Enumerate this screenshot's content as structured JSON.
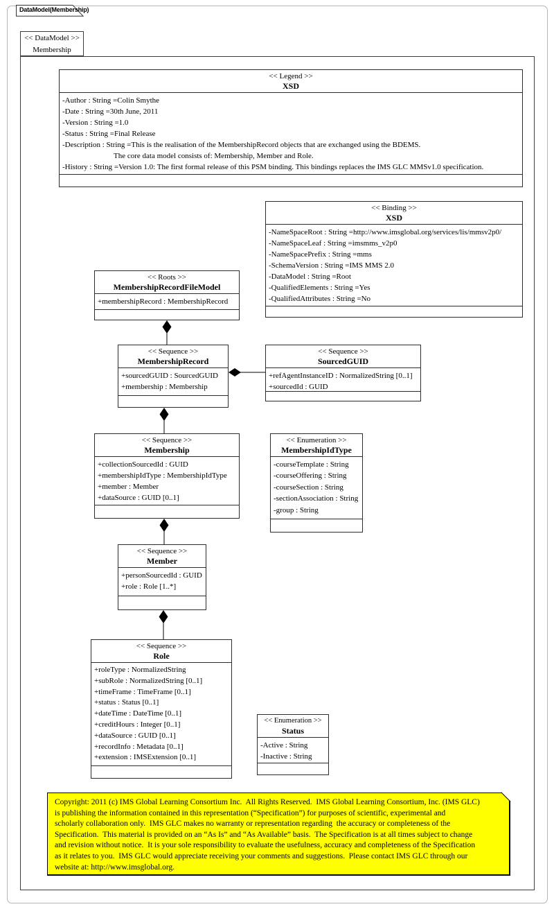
{
  "frame": {
    "tab_label": "DataModel(Membership)"
  },
  "package": {
    "stereotype": "<< DataModel >>",
    "name": "Membership"
  },
  "colors": {
    "note_bg": "#ffff00",
    "box_bg": "#ffffff",
    "line": "#000000",
    "frame_border": "#b5b5b5"
  },
  "classes": {
    "legend": {
      "stereotype": "<< Legend >>",
      "name": "XSD",
      "attrs": [
        "-Author : String =Colin Smythe",
        "-Date : String =30th June, 2011",
        "-Version : String =1.0",
        "-Status : String =Final Release",
        "-Description : String =This is the realisation of the MembershipRecord objects that are exchanged using the BDEMS.",
        "The core data model consists of: Membership, Member and Role.",
        "-History : String =Version 1.0: The first formal release of this PSM binding. This bindings replaces the IMS GLC MMSv1.0 specification."
      ]
    },
    "binding": {
      "stereotype": "<< Binding >>",
      "name": "XSD",
      "attrs": [
        "-NameSpaceRoot : String =http://www.imsglobal.org/services/lis/mmsv2p0/",
        "-NameSpaceLeaf : String =imsmms_v2p0",
        "-NameSpacePrefix : String =mms",
        "-SchemaVersion : String =IMS MMS 2.0",
        "-DataModel : String =Root",
        "-QualifiedElements : String =Yes",
        "-QualifiedAttributes : String =No"
      ]
    },
    "roots": {
      "stereotype": "<< Roots >>",
      "name": "MembershipRecordFileModel",
      "attrs": [
        "+membershipRecord : MembershipRecord"
      ]
    },
    "membership_record": {
      "stereotype": "<< Sequence >>",
      "name": "MembershipRecord",
      "attrs": [
        "+sourcedGUID : SourcedGUID",
        "+membership : Membership"
      ]
    },
    "sourced_guid": {
      "stereotype": "<< Sequence >>",
      "name": "SourcedGUID",
      "attrs": [
        "+refAgentInstanceID : NormalizedString [0..1]",
        "+sourcedId : GUID"
      ]
    },
    "membership": {
      "stereotype": "<< Sequence >>",
      "name": "Membership",
      "attrs": [
        "+collectionSourcedId : GUID",
        "+membershipIdType : MembershipIdType",
        "+member : Member",
        "+dataSource : GUID [0..1]"
      ]
    },
    "membership_id_type": {
      "stereotype": "<< Enumeration >>",
      "name": "MembershipIdType",
      "attrs": [
        "-courseTemplate : String",
        "-courseOffering : String",
        "-courseSection : String",
        "-sectionAssociation : String",
        "-group : String"
      ]
    },
    "member": {
      "stereotype": "<< Sequence >>",
      "name": "Member",
      "attrs": [
        "+personSourcedId : GUID",
        "+role : Role [1..*]"
      ]
    },
    "role": {
      "stereotype": "<< Sequence >>",
      "name": "Role",
      "attrs": [
        "+roleType : NormalizedString",
        "+subRole : NormalizedString [0..1]",
        "+timeFrame : TimeFrame [0..1]",
        "+status : Status [0..1]",
        "+dateTime : DateTime [0..1]",
        "+creditHours : Integer [0..1]",
        "+dataSource : GUID [0..1]",
        "+recordInfo : Metadata [0..1]",
        "+extension : IMSExtension [0..1]"
      ]
    },
    "status": {
      "stereotype": "<< Enumeration >>",
      "name": "Status",
      "attrs": [
        "-Active : String",
        "-Inactive : String"
      ]
    }
  },
  "note": {
    "lines": [
      "Copyright: 2011 (c) IMS Global Learning Consortium Inc.  All Rights Reserved.  IMS Global Learning Consortium, Inc. (IMS GLC)",
      "is publishing the information contained in this representation (“Specification”) for purposes of scientific, experimental and",
      "scholarly collaboration only.  IMS GLC makes no warranty or representation regarding  the accuracy or completeness of the",
      "Specification.  This material is provided on an “As Is” and “As Available” basis.  The Specification is at all times subject to change",
      "and revision without notice.  It is your sole responsibility to evaluate the usefulness, accuracy and completeness of the Specification",
      "as it relates to you.  IMS GLC would appreciate receiving your comments and suggestions.  Please contact IMS GLC through our",
      "website at: http://www.imsglobal.org."
    ]
  }
}
